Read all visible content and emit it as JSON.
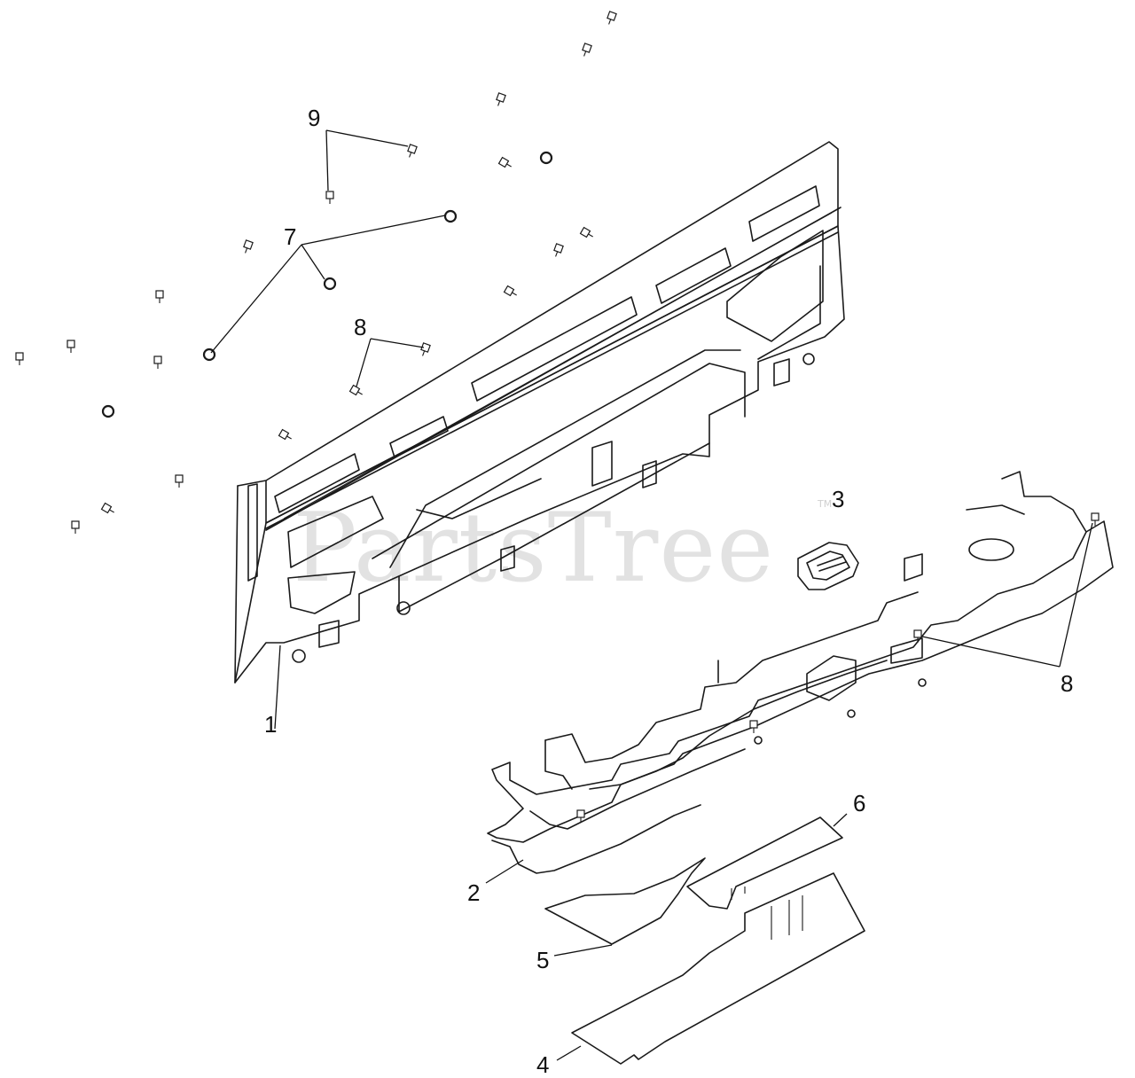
{
  "watermark": {
    "text": "PartsTree",
    "tm": "TM"
  },
  "callouts": [
    {
      "id": "c1",
      "label": "1"
    },
    {
      "id": "c2",
      "label": "2"
    },
    {
      "id": "c3",
      "label": "3"
    },
    {
      "id": "c4",
      "label": "4"
    },
    {
      "id": "c5",
      "label": "5"
    },
    {
      "id": "c6",
      "label": "6"
    },
    {
      "id": "c7",
      "label": "7"
    },
    {
      "id": "c8a",
      "label": "8"
    },
    {
      "id": "c8b",
      "label": "8"
    },
    {
      "id": "c9",
      "label": "9"
    }
  ],
  "colors": {
    "line": "#1a1a1a",
    "watermark": "#d9d9d9",
    "background": "#ffffff"
  }
}
